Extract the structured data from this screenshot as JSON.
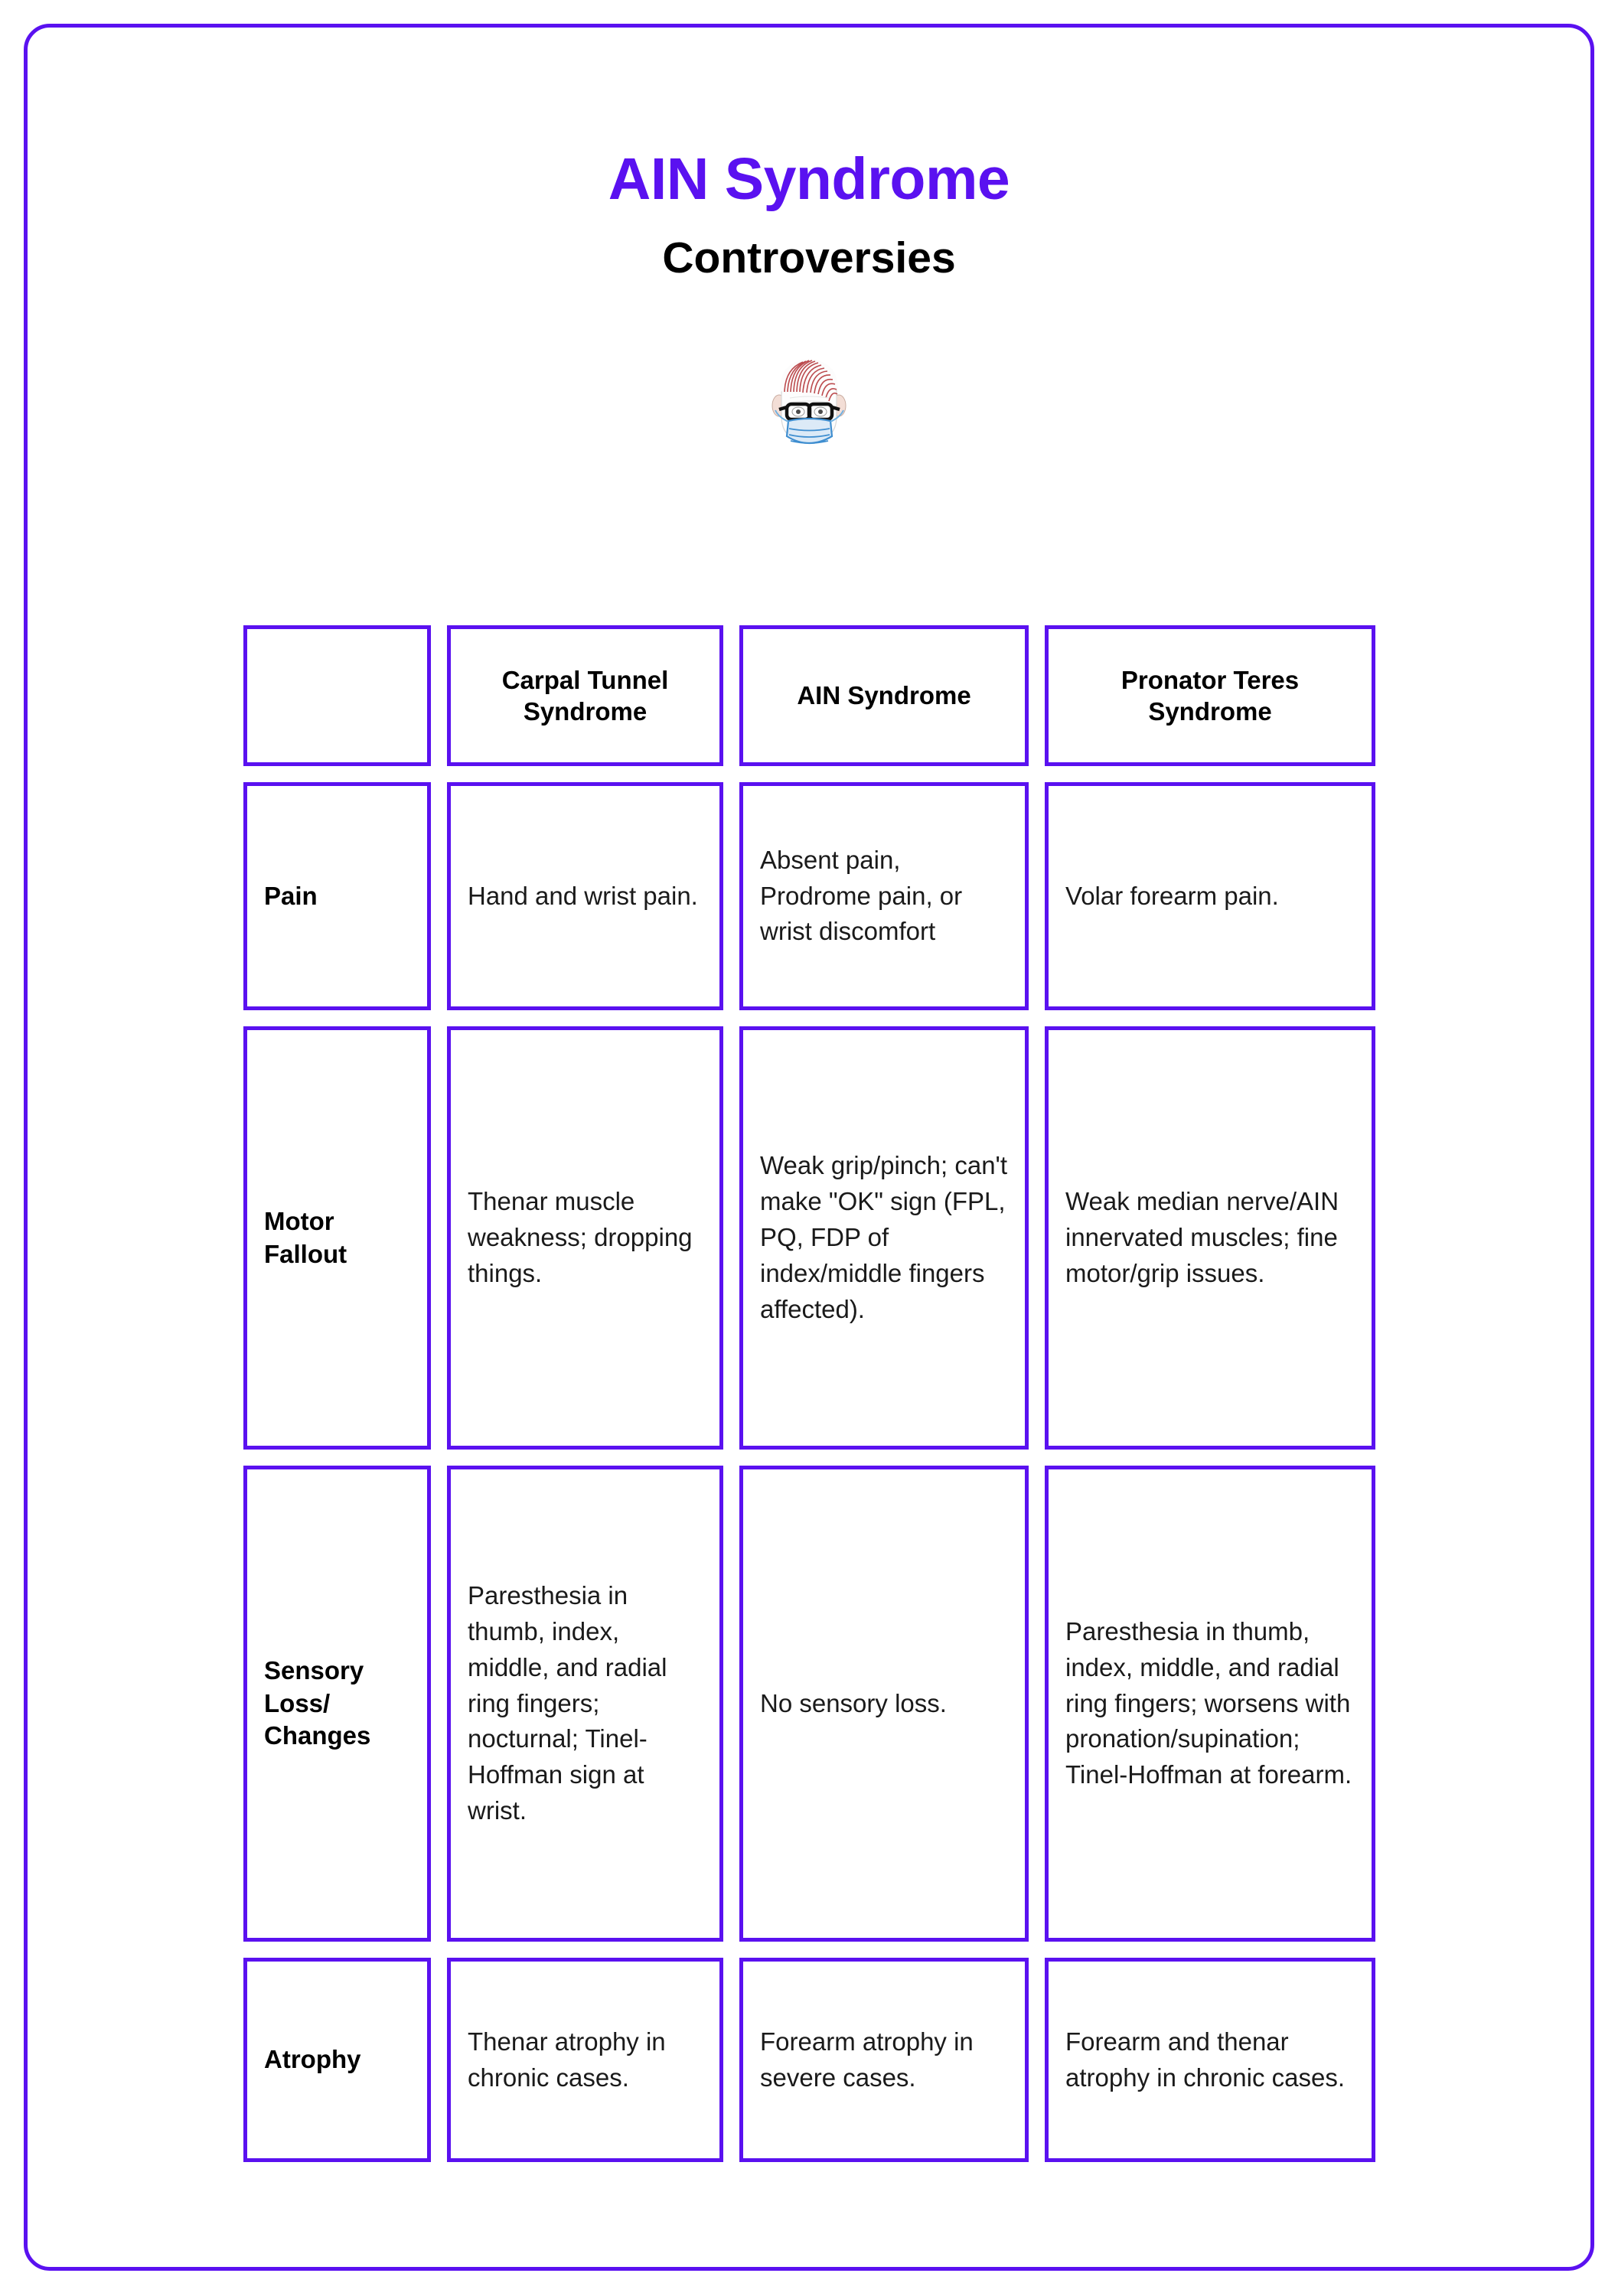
{
  "theme": {
    "accent_purple": "#5A11F0",
    "text_black": "#000000",
    "background": "#ffffff"
  },
  "header": {
    "title": "AIN Syndrome",
    "subtitle": "Controversies",
    "avatar_icon": "doctor-face-with-mask-icon"
  },
  "table": {
    "columns": [
      {
        "label": ""
      },
      {
        "label": "Carpal Tunnel Syndrome"
      },
      {
        "label": "AIN Syndrome"
      },
      {
        "label": "Pronator Teres Syndrome"
      }
    ],
    "rows": [
      {
        "label": "Pain",
        "cells": [
          "Hand and wrist pain.",
          "Absent pain, Prodrome pain, or wrist discomfort",
          "Volar forearm pain."
        ]
      },
      {
        "label": "Motor Fallout",
        "cells": [
          "Thenar muscle weakness; dropping things.",
          "Weak grip/pinch; can't make \"OK\" sign (FPL, PQ, FDP of index/middle fingers affected).",
          "Weak median nerve/AIN innervated muscles; fine motor/grip issues."
        ]
      },
      {
        "label": "Sensory Loss/ Changes",
        "cells": [
          "Paresthesia in thumb, index, middle, and radial ring fingers; nocturnal; Tinel-Hoffman sign at wrist.",
          "No sensory loss.",
          "Paresthesia in thumb, index, middle, and radial ring fingers; worsens with pronation/supination; Tinel-Hoffman at forearm."
        ]
      },
      {
        "label": "Atrophy",
        "cells": [
          "Thenar atrophy in chronic cases.",
          "Forearm atrophy in severe cases.",
          "Forearm and thenar atrophy in chronic cases."
        ]
      }
    ]
  }
}
